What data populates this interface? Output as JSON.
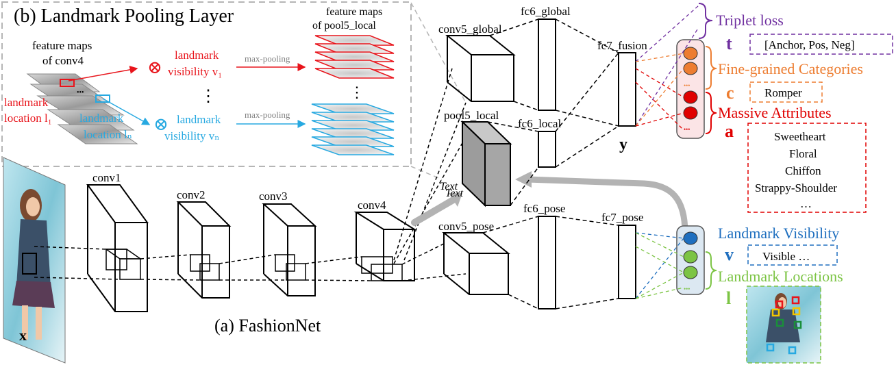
{
  "figure": {
    "part_b_title": "(b) Landmark Pooling Layer",
    "part_a_caption": "(a) FashionNet",
    "feature_maps_conv4": [
      "feature maps",
      "of conv4"
    ],
    "feature_maps_pool5": [
      "feature maps",
      "of pool5_local"
    ],
    "landmark_visibility_v1": "landmark",
    "landmark_visibility_v1_line2": "visibility v₁",
    "landmark_visibility_vN": "landmark",
    "landmark_visibility_vN_line2": "visibility vₙ",
    "landmark_location_l1": [
      "landmark",
      "location l₁"
    ],
    "landmark_location_lN": [
      "landmark",
      "location lₙ"
    ],
    "max_pooling_1": "max-pooling",
    "max_pooling_2": "max-pooling",
    "vdots": "⋮",
    "ellipsis_dots": "•••",
    "otimes": "⊗",
    "layers": {
      "conv1": "conv1",
      "conv2": "conv2",
      "conv3": "conv3",
      "conv4": "conv4",
      "conv5_global": "conv5_global",
      "conv5_pose": "conv5_pose",
      "pool5_local": "pool5_local",
      "fc6_global": "fc6_global",
      "fc6_local": "fc6_local",
      "fc6_pose": "fc6_pose",
      "fc7_fusion": "fc7_fusion",
      "fc7_pose": "fc7_pose"
    },
    "text_overlay_1": "Text",
    "text_overlay_2": "Text",
    "input_label": "x",
    "output_label": "y",
    "outputs": {
      "triplet_loss": "Triplet loss",
      "triplet_letter": "t",
      "triplet_box": "[Anchor, Pos, Neg]",
      "categories": "Fine-grained Categories",
      "categories_letter": "c",
      "categories_box": "Romper",
      "attributes": "Massive Attributes",
      "attributes_letter": "a",
      "attributes_box": [
        "Sweetheart",
        "Floral",
        "Chiffon",
        "Strappy-Shoulder",
        "…"
      ],
      "visibility": "Landmark Visibility",
      "visibility_letter": "v",
      "visibility_box": "Visible …",
      "locations": "Landmark Locations",
      "locations_letter": "l"
    },
    "node_dots": "•••"
  },
  "colors": {
    "triplet": "#7030a0",
    "category": "#ed7d31",
    "attribute": "#e00000",
    "visibility": "#1f6fbf",
    "location": "#7cc444",
    "landmark_red": "#e8141b",
    "landmark_blue": "#27a9e1",
    "gray_arrow": "#b3b3b3",
    "pool_fill": "#a6a6a6"
  }
}
